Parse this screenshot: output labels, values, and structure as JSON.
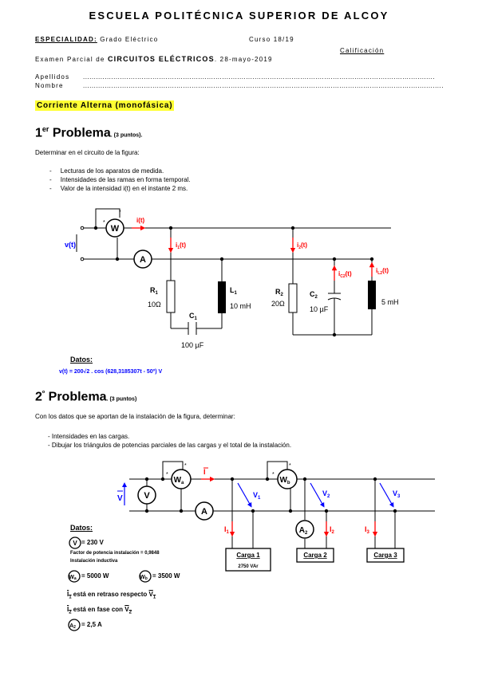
{
  "header": {
    "school": "ESCUELA POLITÉCNICA SUPERIOR DE ALCOY",
    "specialty_label": "ESPECIALIDAD:",
    "specialty_value": "Grado Eléctrico",
    "course": "Curso 18/19",
    "grade_label": "Calificación",
    "exam_prefix": "Examen Parcial de",
    "exam_subject": "CIRCUITOS ELÉCTRICOS",
    "exam_date": ". 28-mayo-2019",
    "surname_label": "Apellidos",
    "name_label": "Nombre",
    "dots_surname": "..................................................................................................................................................................",
    "dots_name": "......................................................................................................................................................................"
  },
  "section_title": "Corriente Alterna (monofásica)",
  "problem1": {
    "number": "1",
    "sup": "er",
    "title": " Problema",
    "points": ". (3 puntos).",
    "intro": "Determinar en el circuito de la figura:",
    "tasks": [
      "Lecturas de los aparatos de medida.",
      "Intensidades de las ramas en forma temporal.",
      "Valor de la intensidad i(t) en el instante 2 ms."
    ],
    "circuit": {
      "source": "v(t)",
      "current": "i(t)",
      "i1": "i",
      "i1_sub": "1",
      "i1_t": "(t)",
      "i2": "i",
      "i2_sub": "2",
      "i2_t": "(t)",
      "ic2": "i",
      "ic2_sub": "C2",
      "ic2_t": "(t)",
      "il2": "i",
      "il2_sub": "L2",
      "il2_t": "(t)",
      "wattmeter": "W",
      "ammeter": "A",
      "R1": "R",
      "R1_sub": "1",
      "R1_value": "10Ω",
      "L1": "L",
      "L1_sub": "1",
      "L1_value": "10 mH",
      "C1": "C",
      "C1_sub": "1",
      "C1_value": "100 µF",
      "R2": "R",
      "R2_sub": "2",
      "R2_value": "20Ω",
      "C2": "C",
      "C2_sub": "2",
      "C2_value": "10 µF",
      "L2_value": "5 mH"
    },
    "data_label": "Datos:",
    "data_formula": "v(t) = 200√2 . cos (628,3185307t - 50º)  V"
  },
  "problem2": {
    "number": "2",
    "sup": "º",
    "title": " Problema",
    "points": ". (3 puntos)",
    "intro": "Con los datos que se aportan de la instalación de la figura, determinar:",
    "tasks": [
      "- Intensidades en las cargas.",
      "- Dibujar los triángulos de potencias parciales de las cargas y el total de la instalación."
    ],
    "circuit": {
      "V": "V",
      "Vmeter": "V",
      "Wa": "W",
      "Wa_sub": "a",
      "Wb": "W",
      "Wb_sub": "b",
      "I": "I",
      "A": "A",
      "A2": "A",
      "A2_sub": "2",
      "V1": "V",
      "V1_sub": "1",
      "V2": "V",
      "V2_sub": "2",
      "V3": "V",
      "V3_sub": "3",
      "I1": "I",
      "I1_sub": "1",
      "I2": "I",
      "I2_sub": "2",
      "I3": "I",
      "I3_sub": "3",
      "load1": "Carga 1",
      "load1_value": "2750 VAr",
      "load2": "Carga 2",
      "load3": "Carga 3"
    },
    "data_label": "Datos:",
    "v_reading": "= 230 V",
    "pf": "Factor de potencia instalación = 0,9848",
    "inductive": "Instalación inductiva",
    "wa_reading": "= 5000 W",
    "wb_reading": "= 3500 W",
    "i1_text": " está en retraso  respecto ",
    "i2_text": " está en fase con ",
    "a2_reading": "= 2,5 A"
  },
  "colors": {
    "highlight": "#ffff33",
    "arrow": "#ff0000",
    "formula": "#0000ff",
    "source_label": "#0000ff"
  }
}
